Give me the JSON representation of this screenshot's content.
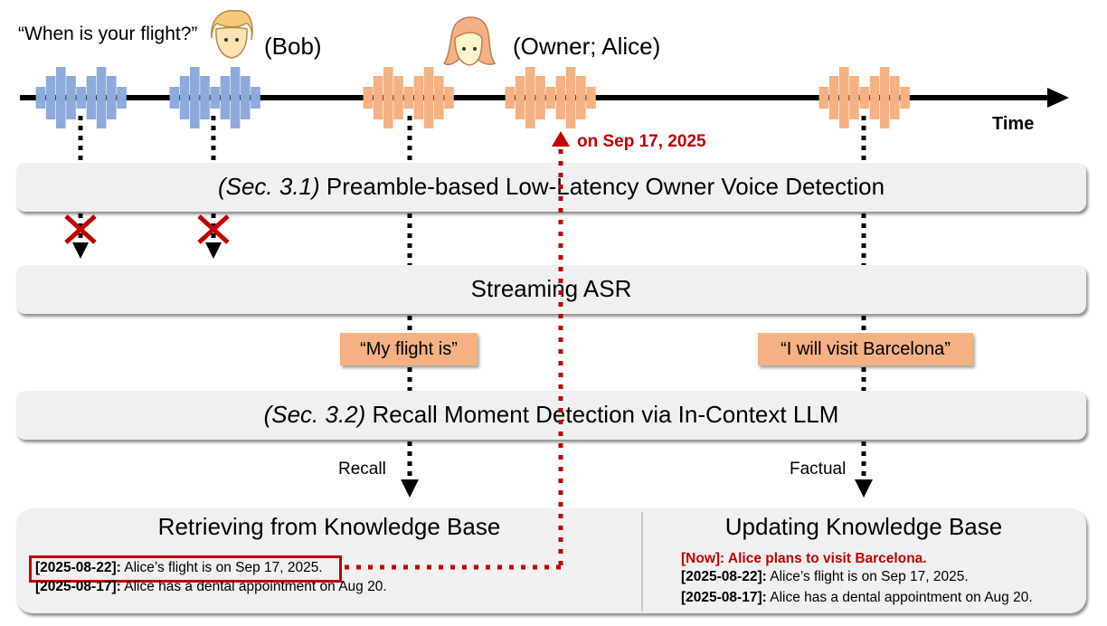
{
  "speakers": {
    "bob": {
      "quote": "“When is your flight?”",
      "label": "(Bob)",
      "icon": "man-face-icon",
      "wave_color": "#8eaadb"
    },
    "alice": {
      "label": "(Owner; Alice)",
      "icon": "woman-face-icon",
      "wave_color": "#f4b183"
    }
  },
  "timeline": {
    "axis_label": "Time",
    "annotation": "on Sep 17, 2025"
  },
  "stages": {
    "owner_detection": {
      "section": "(Sec. 3.1)",
      "title": "Preamble-based Low-Latency Owner Voice Detection"
    },
    "asr": {
      "title": "Streaming ASR"
    },
    "recall_detection": {
      "section": "(Sec. 3.2)",
      "title": "Recall Moment Detection via In-Context LLM"
    }
  },
  "asr_outputs": [
    {
      "text": "“My flight is”"
    },
    {
      "text": "“I will visit Barcelona”"
    }
  ],
  "edge_labels": {
    "recall": "Recall",
    "factual": "Factual"
  },
  "knowledge_base": {
    "retrieve": {
      "title": "Retrieving from Knowledge Base",
      "entries": [
        {
          "date": "[2025-08-22]:",
          "text": " Alice’s flight is on Sep 17, 2025.",
          "highlighted": true
        },
        {
          "date": "[2025-08-17]:",
          "text": " Alice has a dental appointment on Aug 20.",
          "highlighted": false
        }
      ]
    },
    "update": {
      "title": "Updating Knowledge Base",
      "new_entry": "[Now]: Alice plans to visit Barcelona.",
      "entries": [
        {
          "date": "[2025-08-22]:",
          "text": " Alice’s flight is on Sep 17, 2025."
        },
        {
          "date": "[2025-08-17]:",
          "text": " Alice has a dental appointment on Aug 20."
        }
      ]
    }
  },
  "colors": {
    "highlight_red": "#c00000",
    "owner_orange": "#f4b183",
    "other_blue": "#8eaadb",
    "panel_gray": "#f0f0f0"
  }
}
